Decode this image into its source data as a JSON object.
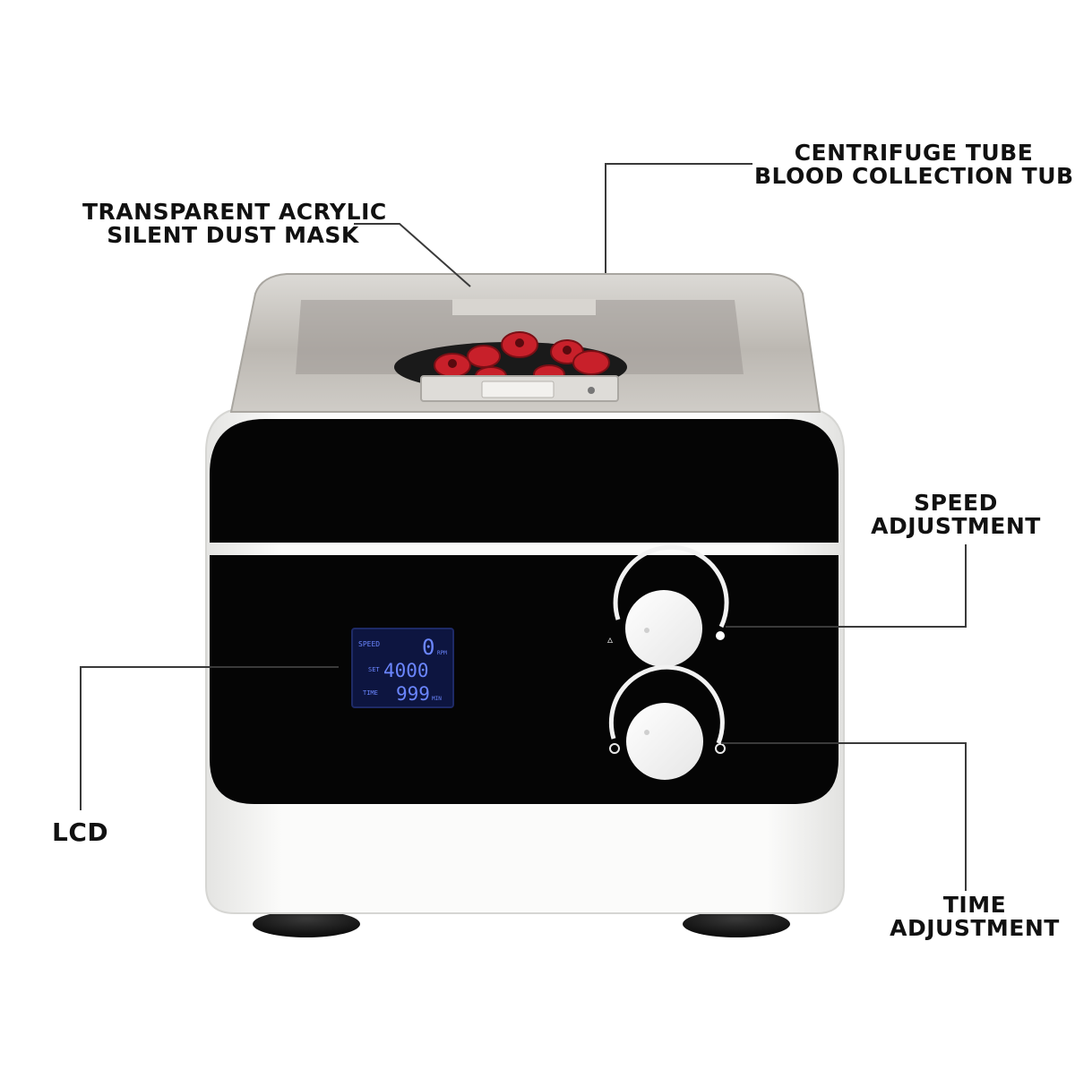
{
  "callouts": {
    "acrylic_mask": {
      "line1": "TRANSPARENT ACRYLIC",
      "line2": "SILENT DUST MASK"
    },
    "tube": {
      "line1": "CENTRIFUGE TUBE",
      "line2": "BLOOD COLLECTION TUBE"
    },
    "speed": {
      "line1": "SPEED",
      "line2": "ADJUSTMENT"
    },
    "time": {
      "line1": "TIME",
      "line2": "ADJUSTMENT"
    },
    "lcd": {
      "label": "LCD"
    }
  },
  "lcd_display": {
    "speed_label": "SPEED",
    "speed_value": "0",
    "speed_unit": "RPM",
    "set_label": "SET",
    "set_value": "4000",
    "time_label": "TIME",
    "time_value": "999",
    "time_unit": "MIN"
  },
  "colors": {
    "body": "#f7f7f5",
    "panel": "#050505",
    "lcd_glow": "#6b86ff",
    "tube_caps": "#c8202a",
    "line": "#3a3a3a"
  }
}
